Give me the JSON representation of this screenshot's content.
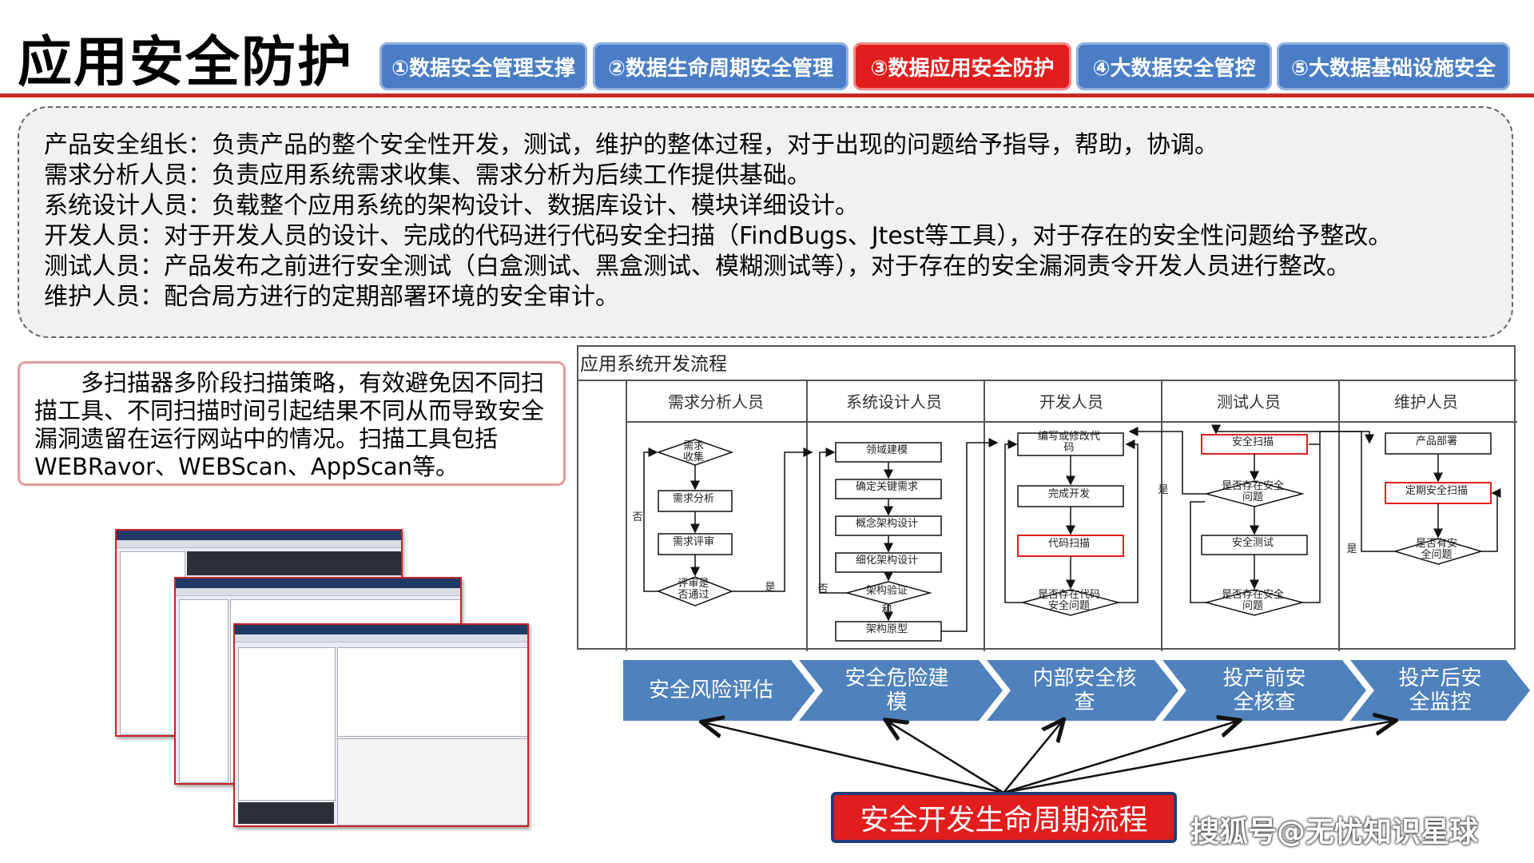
{
  "title": "应用安全防护",
  "tabs": [
    {
      "label": "①数据安全管理支撑",
      "active": false
    },
    {
      "label": "②数据生命周期安全管理",
      "active": false
    },
    {
      "label": "③数据应用安全防护",
      "active": true
    },
    {
      "label": "④大数据安全管控",
      "active": false
    },
    {
      "label": "⑤大数据基础设施安全",
      "active": false
    }
  ],
  "roles": [
    "产品安全组长：负责产品的整个安全性开发，测试，维护的整体过程，对于出现的问题给予指导，帮助，协调。",
    "需求分析人员：负责应用系统需求收集、需求分析为后续工作提供基础。",
    "系统设计人员：负载整个应用系统的架构设计、数据库设计、模块详细设计。",
    "开发人员：对于开发人员的设计、完成的代码进行代码安全扫描（FindBugs、Jtest等工具），对于存在的安全性问题给予整改。",
    "测试人员：产品发布之前进行安全测试（白盒测试、黑盒测试、模糊测试等），对于存在的安全漏洞责令开发人员进行整改。",
    "维护人员：配合局方进行的定期部署环境的安全审计。"
  ],
  "scanner_text": "多扫描器多阶段扫描策略，有效避免因不同扫描工具、不同扫描时间引起结果不同从而导致安全漏洞遗留在运行网站中的情况。扫描工具包括WEBRavor、WEBScan、AppScan等。",
  "flowchart": {
    "title": "应用系统开发流程",
    "lanes": [
      "需求分析人员",
      "系统设计人员",
      "开发人员",
      "测试人员",
      "维护人员"
    ],
    "nodes": {
      "req_collect": "需求\n收集",
      "req_analysis": "需求分析",
      "req_review": "需求评审",
      "review_pass": "评审是\n否通过",
      "domain_model": "领域建模",
      "key_req": "确定关键需求",
      "concept_arch": "概念架构设计",
      "detail_arch": "细化架构设计",
      "arch_verify": "架构验证",
      "arch_proto": "架构原型",
      "coding": "编写或修改代\n码",
      "dev_done": "完成开发",
      "code_scan": "代码扫描",
      "code_issue": "是否存在代码\n安全问题",
      "sec_scan": "安全扫描",
      "sec_issue1": "是否存在安全\n问题",
      "sec_test": "安全测试",
      "sec_issue2": "是否存在安全\n问题",
      "deploy": "产品部署",
      "periodic_scan": "定期安全扫描",
      "maint_issue": "是否有安\n全问题"
    },
    "edge_labels": {
      "yes": "是",
      "no": "否",
      "no_short": "否",
      "and": "和"
    }
  },
  "stages": [
    "安全风险评估",
    "安全危险建\n模",
    "内部安全核\n查",
    "投产前安\n全核查",
    "投产后安\n全监控"
  ],
  "sdl_label": "安全开发生命周期流程",
  "watermark": "搜狐号@无忧知识星球",
  "colors": {
    "accent_red": "#e21d1d",
    "tab_blue": "#4a7dc6",
    "stage_blue": "#4f81bd",
    "rule_red": "#c62828"
  }
}
